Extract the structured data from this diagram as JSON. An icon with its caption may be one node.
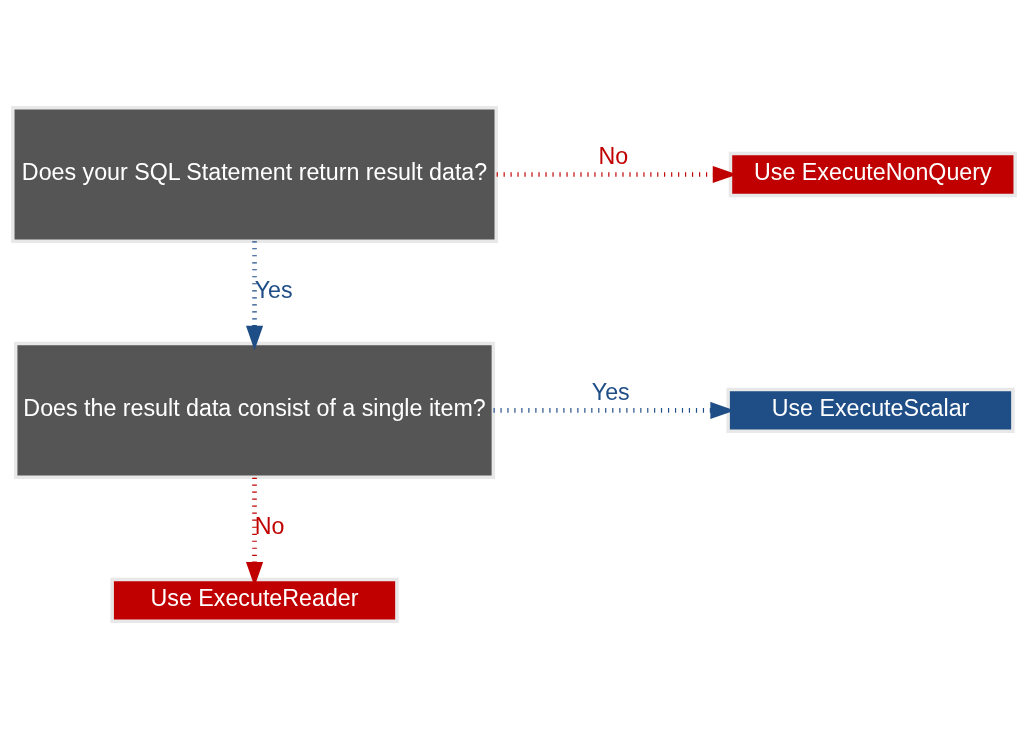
{
  "diagram": {
    "nodes": [
      {
        "text": [
          "Does your SQL Statement return result data?"
        ]
      },
      {
        "text": [
          "Use ExecuteNonQuery"
        ]
      },
      {
        "text": [
          "Does the result data consist of a single item?"
        ]
      },
      {
        "text": [
          "Use ExecuteScalar"
        ]
      },
      {
        "text": [
          "Use ExecuteReader"
        ]
      }
    ],
    "edges": [
      {
        "from": 0,
        "to": 1,
        "arrow": "to",
        "label": "No",
        "color": "#c00000"
      },
      {
        "from": 0,
        "to": 2,
        "arrow": "to",
        "label": "Yes",
        "color": "#1f4e87"
      },
      {
        "from": 2,
        "to": 3,
        "arrow": "to",
        "label": "Yes",
        "color": "#1f4e87"
      },
      {
        "from": 2,
        "to": 4,
        "arrow": "to",
        "label": "No",
        "color": "#c00000"
      }
    ]
  }
}
